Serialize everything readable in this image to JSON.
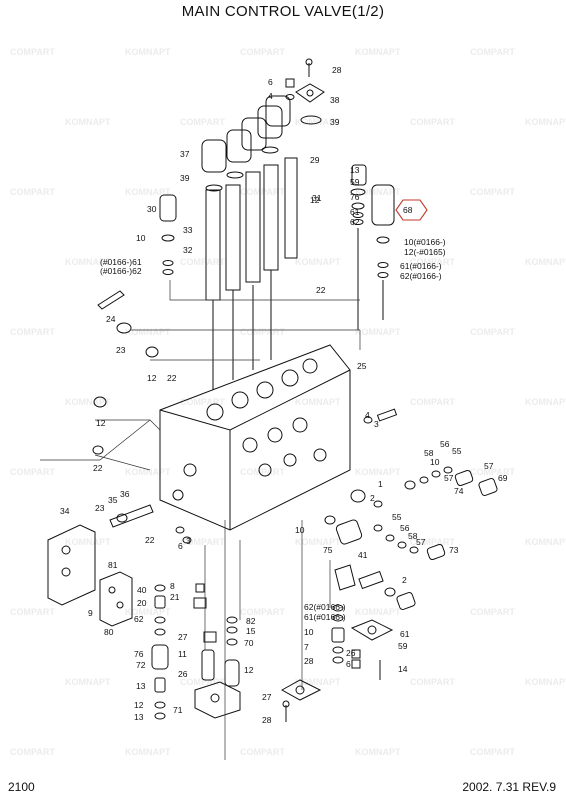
{
  "title": "MAIN CONTROL VALVE(1/2)",
  "footer": {
    "page_code": "2100",
    "revision": "2002. 7.31  REV.9"
  },
  "watermark": {
    "word_a": "COMPART",
    "word_b": "KOMNAPT"
  },
  "accent_color": "#c0392b",
  "callouts": [
    "28",
    "6",
    "38",
    "4",
    "39",
    "37",
    "29",
    "13",
    "39",
    "30",
    "12",
    "59",
    "31",
    "76",
    "68",
    "10",
    "33",
    "61",
    "62",
    "10(#0166-)",
    "12(-#0165)",
    "32",
    "(#0166-)61",
    "(#0166-)62",
    "61(#0166-)",
    "62(#0166-)",
    "22",
    "24",
    "23",
    "25",
    "12",
    "22",
    "4",
    "3",
    "12",
    "56",
    "55",
    "58",
    "10",
    "57",
    "22",
    "69",
    "2",
    "1",
    "36",
    "57",
    "74",
    "34",
    "35",
    "23",
    "55",
    "10",
    "56",
    "58",
    "57",
    "22",
    "6",
    "3",
    "75",
    "41",
    "73",
    "81",
    "2",
    "40",
    "8",
    "21",
    "20",
    "9",
    "80",
    "82",
    "62(#0166-)",
    "62",
    "15",
    "61(#0166-)",
    "61",
    "27",
    "70",
    "10",
    "76",
    "11",
    "72",
    "12",
    "26",
    "59",
    "26",
    "7",
    "13",
    "6",
    "28",
    "14",
    "27",
    "12",
    "71",
    "13",
    "28"
  ]
}
